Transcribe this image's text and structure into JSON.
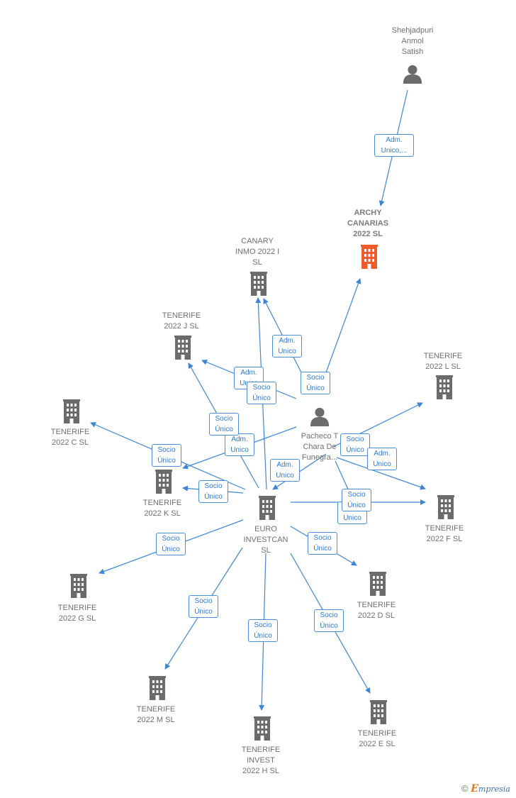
{
  "colors": {
    "edge": "#3d86d6",
    "building": "#6b6b6b",
    "highlight": "#ef5b2a",
    "person": "#6b6b6b"
  },
  "nodes": [
    {
      "id": "shehjadpuri",
      "type": "person",
      "label": "Shehjadpuri\nAnmol\nSatish"
    },
    {
      "id": "archy",
      "type": "company",
      "highlight": true,
      "label": "ARCHY\nCANARIAS\n2022  SL"
    },
    {
      "id": "canary",
      "type": "company",
      "label": "CANARY\nINMO 2022 I\nSL"
    },
    {
      "id": "tj",
      "type": "company",
      "label": "TENERIFE\n2022 J  SL"
    },
    {
      "id": "tl",
      "type": "company",
      "label": "TENERIFE\n2022 L  SL"
    },
    {
      "id": "tc",
      "type": "company",
      "label": "TENERIFE\n2022 C  SL"
    },
    {
      "id": "pacheco",
      "type": "person",
      "label": "Pacheco T\nChara De\nFunegra..."
    },
    {
      "id": "tk",
      "type": "company",
      "label": "TENERIFE\n2022 K  SL"
    },
    {
      "id": "euro",
      "type": "company",
      "label": "EURO\nINVESTCAN\nSL"
    },
    {
      "id": "tf",
      "type": "company",
      "label": "TENERIFE\n2022 F  SL"
    },
    {
      "id": "tg",
      "type": "company",
      "label": "TENERIFE\n2022 G  SL"
    },
    {
      "id": "td",
      "type": "company",
      "label": "TENERIFE\n2022 D  SL"
    },
    {
      "id": "tm",
      "type": "company",
      "label": "TENERIFE\n2022 M  SL"
    },
    {
      "id": "th",
      "type": "company",
      "label": "TENERIFE\nINVEST\n2022 H  SL"
    },
    {
      "id": "te",
      "type": "company",
      "label": "TENERIFE\n2022 E  SL"
    }
  ],
  "edges": [
    {
      "from": "shehjadpuri",
      "to": "archy",
      "label": "Adm.\nUnico,..."
    },
    {
      "from": "pacheco",
      "to": "archy",
      "label": "Socio\nÚnico"
    },
    {
      "from": "pacheco",
      "to": "canary",
      "label": "Adm.\nUnico"
    },
    {
      "from": "pacheco",
      "to": "tj",
      "label": "Adm.\nUnico"
    },
    {
      "from": "pacheco",
      "to": "tk",
      "label": "Adm.\nUnico"
    },
    {
      "from": "pacheco",
      "to": "tl",
      "label": "Socio\nÚnico"
    },
    {
      "from": "pacheco",
      "to": "tf",
      "label": "Adm.\nUnico"
    },
    {
      "from": "pacheco",
      "to": "td",
      "label": "Adm.\nUnico"
    },
    {
      "from": "pacheco",
      "to": "euro",
      "label": "Adm.\nUnico"
    },
    {
      "from": "euro",
      "to": "canary",
      "label": "Socio\nÚnico"
    },
    {
      "from": "euro",
      "to": "tj",
      "label": "Socio\nÚnico"
    },
    {
      "from": "euro",
      "to": "tc",
      "label": "Socio\nÚnico"
    },
    {
      "from": "euro",
      "to": "tk",
      "label": "Socio\nÚnico"
    },
    {
      "from": "euro",
      "to": "tf",
      "label": "Socio\nÚnico"
    },
    {
      "from": "euro",
      "to": "tg",
      "label": "Socio\nÚnico"
    },
    {
      "from": "euro",
      "to": "td",
      "label": "Socio\nÚnico"
    },
    {
      "from": "euro",
      "to": "tm",
      "label": "Socio\nÚnico"
    },
    {
      "from": "euro",
      "to": "th",
      "label": "Socio\nÚnico"
    },
    {
      "from": "euro",
      "to": "te",
      "label": "Socio\nÚnico"
    }
  ],
  "footer": {
    "copyright": "©",
    "brand_initial": "E",
    "brand_rest": "mpresia"
  }
}
